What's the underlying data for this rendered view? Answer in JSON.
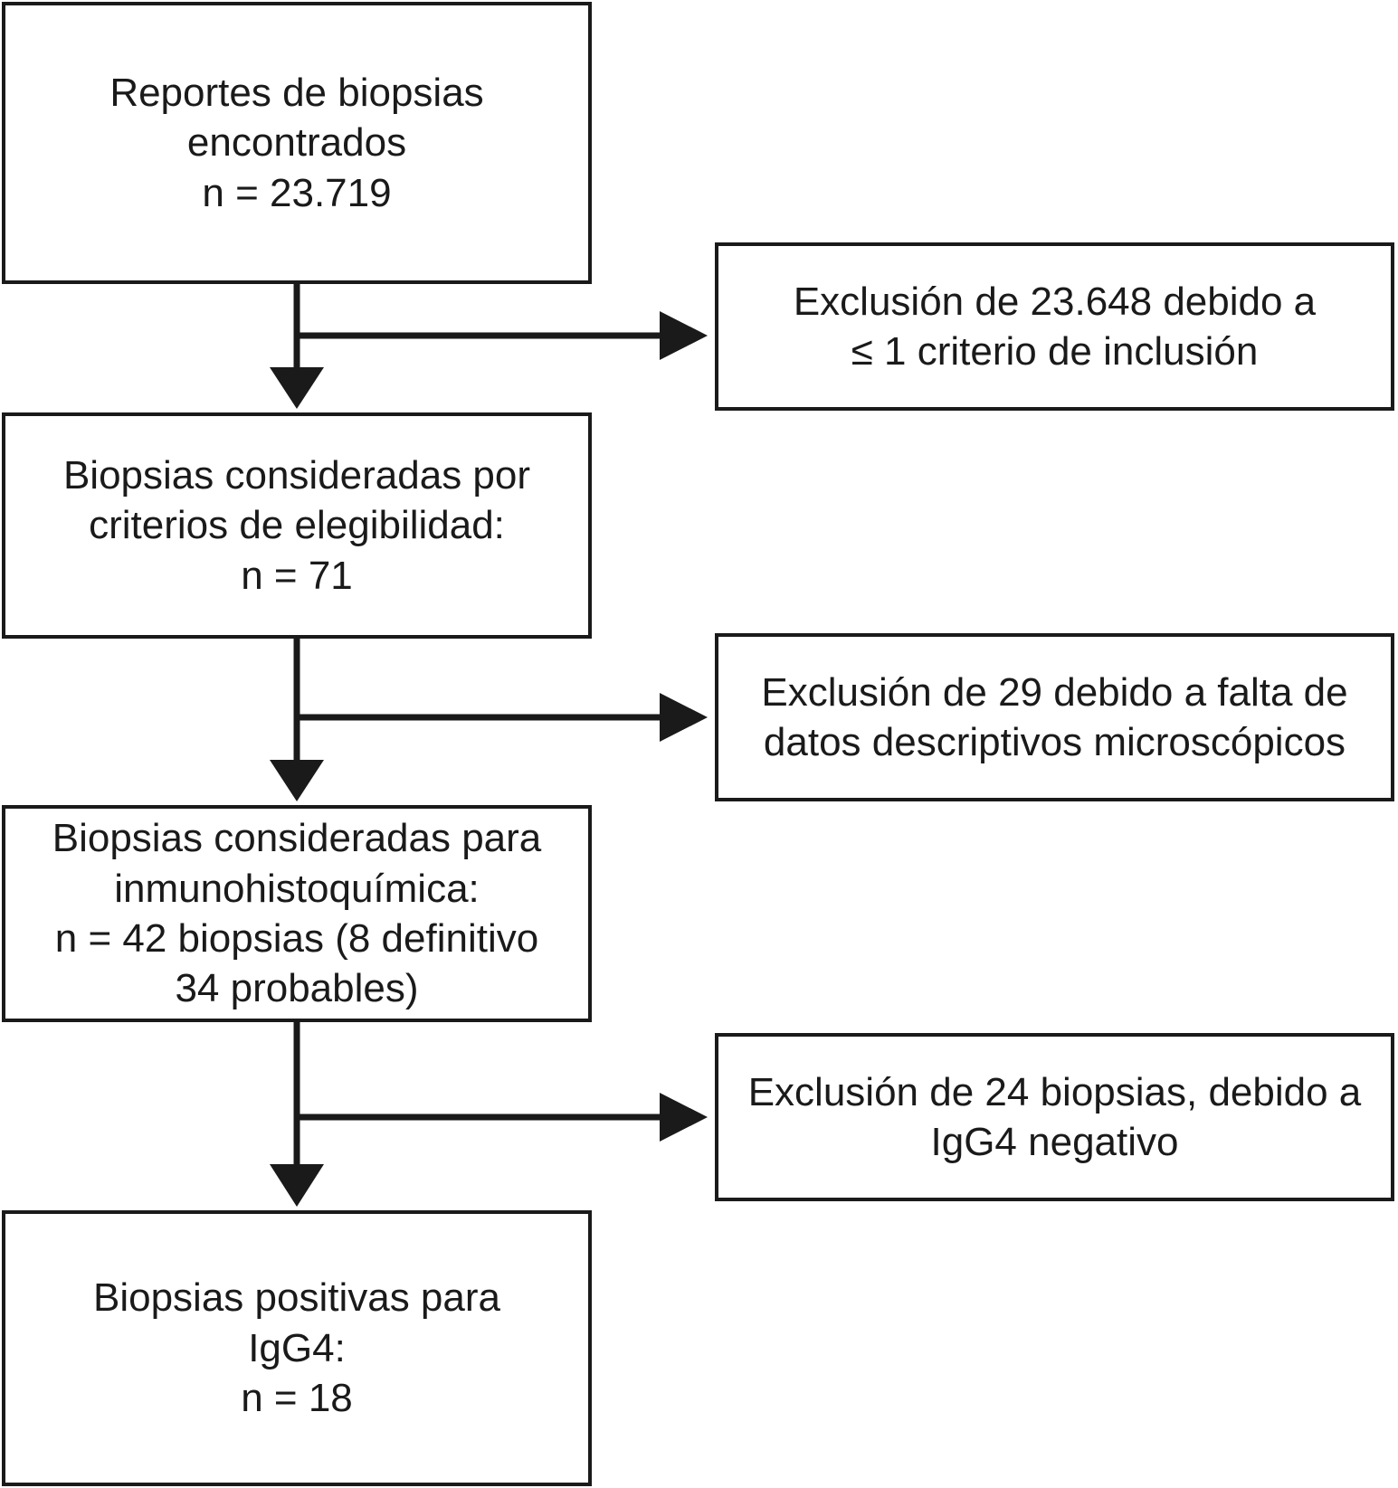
{
  "diagram": {
    "type": "flowchart",
    "title": "Diagrama de flujo de selección de biopsias",
    "language": "es",
    "colors": {
      "stroke": "#1a1a1a",
      "background": "#ffffff",
      "text": "#1a1a1a"
    },
    "nodes": [
      {
        "id": "found",
        "role": "main",
        "lines": [
          "Reportes de biopsias",
          "encontrados",
          "n = 23.719"
        ]
      },
      {
        "id": "eligible",
        "role": "main",
        "lines": [
          "Biopsias consideradas por",
          "criterios de elegibilidad:",
          "n = 71"
        ]
      },
      {
        "id": "ihc",
        "role": "main",
        "lines": [
          "Biopsias consideradas para",
          "inmunohistoquímica:",
          "n = 42 biopsias (8 definitivo",
          "34 probables)"
        ]
      },
      {
        "id": "positive",
        "role": "main",
        "lines": [
          "Biopsias positivas para",
          "IgG4:",
          "n = 18"
        ]
      },
      {
        "id": "excl-1",
        "role": "exclusion",
        "lines": [
          "Exclusión de 23.648 debido a",
          "≤ 1 criterio de inclusión"
        ]
      },
      {
        "id": "excl-2",
        "role": "exclusion",
        "lines": [
          "Exclusión de 29 debido a falta de",
          "datos descriptivos microscópicos"
        ]
      },
      {
        "id": "excl-3",
        "role": "exclusion",
        "lines": [
          "Exclusión de 24 biopsias, debido a",
          "IgG4 negativo"
        ]
      }
    ],
    "edges": [
      {
        "id": "edge-found-eligible",
        "from": "found",
        "to": "eligible",
        "kind": "down-arrow"
      },
      {
        "id": "edge-found-excl1",
        "from": "found",
        "to": "excl-1",
        "kind": "right-arrow"
      },
      {
        "id": "edge-eligible-ihc",
        "from": "eligible",
        "to": "ihc",
        "kind": "down-arrow"
      },
      {
        "id": "edge-eligible-excl2",
        "from": "eligible",
        "to": "excl-2",
        "kind": "right-arrow"
      },
      {
        "id": "edge-ihc-positive",
        "from": "ihc",
        "to": "positive",
        "kind": "down-arrow"
      },
      {
        "id": "edge-ihc-excl3",
        "from": "ihc",
        "to": "excl-3",
        "kind": "right-arrow"
      }
    ]
  }
}
